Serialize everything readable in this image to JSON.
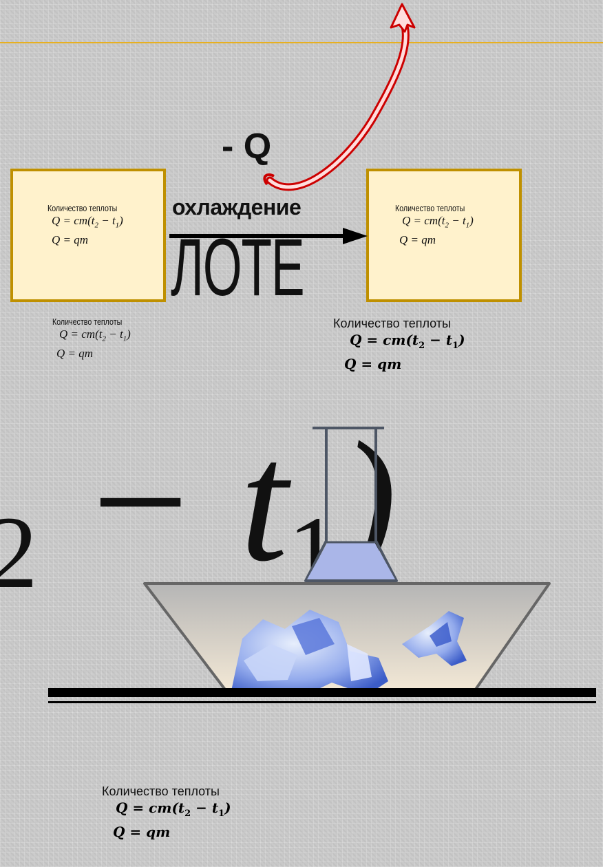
{
  "background_text": {
    "word": "ЛОТЕ",
    "formula_minus": "−",
    "formula_t": "t",
    "formula_one": "1",
    "formula_paren": ")",
    "formula_two": "2"
  },
  "heat_label": "- Q",
  "process_label": "охлаждение",
  "formula_block": {
    "title": "Количество теплоты",
    "eq1_pre": "Q = cm(t",
    "sub2": "2",
    "eq1_mid": " − t",
    "sub1": "1",
    "eq1_post": ")",
    "eq2": "Q = qm"
  },
  "colors": {
    "box_fill": "#fff2cc",
    "box_border": "#bf9000",
    "arrow_red": "#ff0000",
    "rule": "#e8b020",
    "liquid": "#aab6e8"
  },
  "icons": {
    "heat_arrow": "curved-red-arrow-icon",
    "process_arrow": "right-arrow-icon",
    "test_tube": "test-tube-icon",
    "ice_bath": "ice-bath-icon"
  }
}
